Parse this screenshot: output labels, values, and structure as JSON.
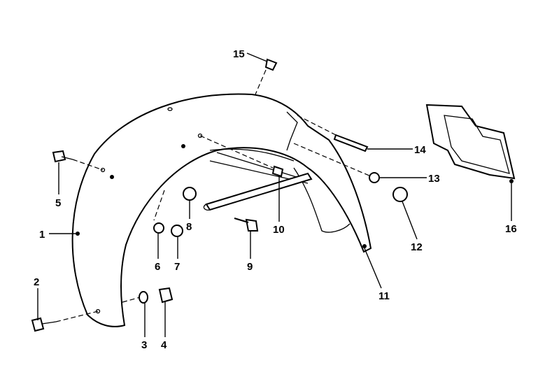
{
  "diagram": {
    "title": "Exploded view of rear mudguard (fender) assembly",
    "labels": [
      "1",
      "2",
      "3",
      "4",
      "5",
      "6",
      "7",
      "8",
      "9",
      "10",
      "11",
      "12",
      "13",
      "14",
      "15",
      "16"
    ]
  }
}
